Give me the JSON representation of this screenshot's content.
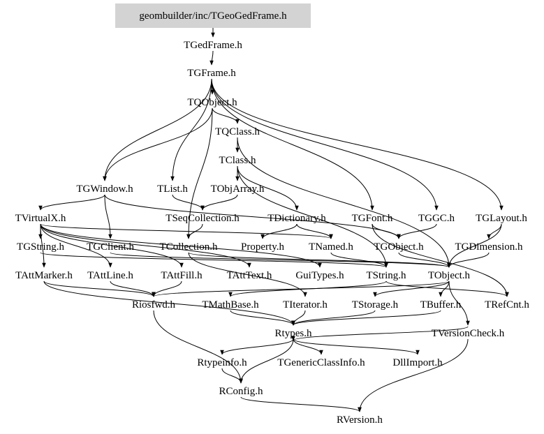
{
  "graph": {
    "root_fill": "#d3d3d3",
    "nodes": [
      {
        "id": "root",
        "label": "geombuilder/inc/TGeoGedFrame.h",
        "root": true
      },
      {
        "id": "TGedFrame",
        "label": "TGedFrame.h"
      },
      {
        "id": "TGFrame",
        "label": "TGFrame.h"
      },
      {
        "id": "TQObject",
        "label": "TQObject.h"
      },
      {
        "id": "TQClass",
        "label": "TQClass.h"
      },
      {
        "id": "TClass",
        "label": "TClass.h"
      },
      {
        "id": "TGWindow",
        "label": "TGWindow.h"
      },
      {
        "id": "TList",
        "label": "TList.h"
      },
      {
        "id": "TObjArray",
        "label": "TObjArray.h"
      },
      {
        "id": "TVirtualX",
        "label": "TVirtualX.h"
      },
      {
        "id": "TSeqCollection",
        "label": "TSeqCollection.h"
      },
      {
        "id": "TDictionary",
        "label": "TDictionary.h"
      },
      {
        "id": "TGFont",
        "label": "TGFont.h"
      },
      {
        "id": "TGGC",
        "label": "TGGC.h"
      },
      {
        "id": "TGLayout",
        "label": "TGLayout.h"
      },
      {
        "id": "TGString",
        "label": "TGString.h"
      },
      {
        "id": "TGClient",
        "label": "TGClient.h"
      },
      {
        "id": "TCollection",
        "label": "TCollection.h"
      },
      {
        "id": "Property",
        "label": "Property.h"
      },
      {
        "id": "TNamed",
        "label": "TNamed.h"
      },
      {
        "id": "TGObject",
        "label": "TGObject.h"
      },
      {
        "id": "TGDimension",
        "label": "TGDimension.h"
      },
      {
        "id": "TAttMarker",
        "label": "TAttMarker.h"
      },
      {
        "id": "TAttLine",
        "label": "TAttLine.h"
      },
      {
        "id": "TAttFill",
        "label": "TAttFill.h"
      },
      {
        "id": "TAttText",
        "label": "TAttText.h"
      },
      {
        "id": "GuiTypes",
        "label": "GuiTypes.h"
      },
      {
        "id": "TString",
        "label": "TString.h"
      },
      {
        "id": "TObject",
        "label": "TObject.h"
      },
      {
        "id": "Riosfwd",
        "label": "Riosfwd.h"
      },
      {
        "id": "TMathBase",
        "label": "TMathBase.h"
      },
      {
        "id": "TIterator",
        "label": "TIterator.h"
      },
      {
        "id": "TStorage",
        "label": "TStorage.h"
      },
      {
        "id": "TBuffer",
        "label": "TBuffer.h"
      },
      {
        "id": "TRefCnt",
        "label": "TRefCnt.h"
      },
      {
        "id": "Rtypes",
        "label": "Rtypes.h"
      },
      {
        "id": "TVersionCheck",
        "label": "TVersionCheck.h"
      },
      {
        "id": "Rtypeinfo",
        "label": "Rtypeinfo.h"
      },
      {
        "id": "TGenericClassInfo",
        "label": "TGenericClassInfo.h"
      },
      {
        "id": "DllImport",
        "label": "DllImport.h"
      },
      {
        "id": "RConfig",
        "label": "RConfig.h"
      },
      {
        "id": "RVersion",
        "label": "RVersion.h"
      }
    ],
    "edges": [
      [
        "root",
        "TGedFrame"
      ],
      [
        "TGedFrame",
        "TGFrame"
      ],
      [
        "TGFrame",
        "TQObject"
      ],
      [
        "TGFrame",
        "TGWindow"
      ],
      [
        "TGFrame",
        "TList"
      ],
      [
        "TGFrame",
        "TGGC"
      ],
      [
        "TGFrame",
        "TGLayout"
      ],
      [
        "TGFrame",
        "TGFont"
      ],
      [
        "TQObject",
        "TQClass"
      ],
      [
        "TQObject",
        "TCollection"
      ],
      [
        "TQObject",
        "TGWindow"
      ],
      [
        "TQClass",
        "TClass"
      ],
      [
        "TQClass",
        "TObject"
      ],
      [
        "TClass",
        "TObjArray"
      ],
      [
        "TClass",
        "TDictionary"
      ],
      [
        "TClass",
        "TString"
      ],
      [
        "TGWindow",
        "TGClient"
      ],
      [
        "TGWindow",
        "TVirtualX"
      ],
      [
        "TGWindow",
        "TGObject"
      ],
      [
        "TList",
        "TSeqCollection"
      ],
      [
        "TObjArray",
        "TSeqCollection"
      ],
      [
        "TSeqCollection",
        "TCollection"
      ],
      [
        "TDictionary",
        "TNamed"
      ],
      [
        "TDictionary",
        "Property"
      ],
      [
        "TVirtualX",
        "TGString"
      ],
      [
        "TVirtualX",
        "TNamed"
      ],
      [
        "TVirtualX",
        "TAttMarker"
      ],
      [
        "TVirtualX",
        "TAttLine"
      ],
      [
        "TVirtualX",
        "TAttFill"
      ],
      [
        "TVirtualX",
        "TAttText"
      ],
      [
        "TVirtualX",
        "GuiTypes"
      ],
      [
        "TGFont",
        "TGObject"
      ],
      [
        "TGFont",
        "TRefCnt"
      ],
      [
        "TGGC",
        "TGObject"
      ],
      [
        "TGLayout",
        "TGDimension"
      ],
      [
        "TGLayout",
        "TObject"
      ],
      [
        "TGString",
        "TString"
      ],
      [
        "TGClient",
        "TObject"
      ],
      [
        "TCollection",
        "TObject"
      ],
      [
        "TCollection",
        "TIterator"
      ],
      [
        "TNamed",
        "TString"
      ],
      [
        "TGObject",
        "TObject"
      ],
      [
        "TGDimension",
        "TObject"
      ],
      [
        "TAttMarker",
        "Riosfwd"
      ],
      [
        "TAttMarker",
        "Rtypes"
      ],
      [
        "TAttLine",
        "Riosfwd"
      ],
      [
        "TAttFill",
        "Riosfwd"
      ],
      [
        "TString",
        "TMathBase"
      ],
      [
        "TString",
        "TRefCnt"
      ],
      [
        "TObject",
        "TStorage"
      ],
      [
        "TObject",
        "TBuffer"
      ],
      [
        "TObject",
        "Riosfwd"
      ],
      [
        "TObject",
        "TVersionCheck"
      ],
      [
        "TMathBase",
        "Rtypes"
      ],
      [
        "TIterator",
        "Rtypes"
      ],
      [
        "TStorage",
        "Rtypes"
      ],
      [
        "TBuffer",
        "Rtypes"
      ],
      [
        "TVersionCheck",
        "Rtypes"
      ],
      [
        "TVersionCheck",
        "RVersion"
      ],
      [
        "Riosfwd",
        "RConfig"
      ],
      [
        "Rtypes",
        "Rtypeinfo"
      ],
      [
        "Rtypes",
        "TGenericClassInfo"
      ],
      [
        "Rtypes",
        "DllImport"
      ],
      [
        "Rtypes",
        "RConfig"
      ],
      [
        "Rtypeinfo",
        "RConfig"
      ],
      [
        "RConfig",
        "RVersion"
      ]
    ]
  }
}
